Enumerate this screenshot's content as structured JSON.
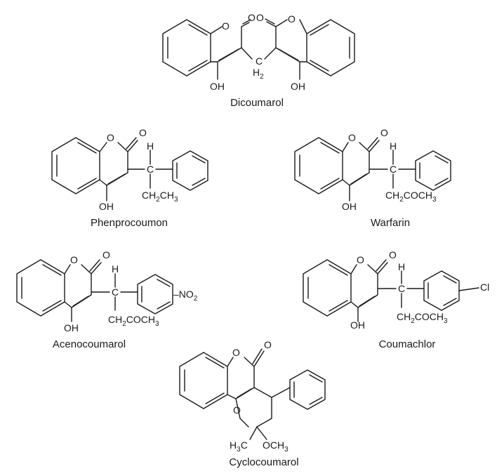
{
  "figure": {
    "atoms": {
      "O": "O",
      "OH": "OH",
      "H": "H",
      "C": "C",
      "C_bridge": "C",
      "H2": "H",
      "sub2": "2",
      "sub3": "3",
      "CH2CH3": {
        "a": "CH",
        "b": "CH"
      },
      "CH2COCH3": {
        "a": "CH",
        "b": "COCH"
      },
      "NO2": {
        "a": "NO",
        "dash": "–"
      },
      "Cl": "Cl",
      "H3C": {
        "a": "H",
        "b": "C"
      },
      "OCH3": "OCH"
    },
    "compounds": [
      {
        "name": "Dicoumarol"
      },
      {
        "name": "Phenprocoumon"
      },
      {
        "name": "Warfarin"
      },
      {
        "name": "Acenocoumarol"
      },
      {
        "name": "Coumachlor"
      },
      {
        "name": "Cyclocoumarol"
      }
    ]
  }
}
